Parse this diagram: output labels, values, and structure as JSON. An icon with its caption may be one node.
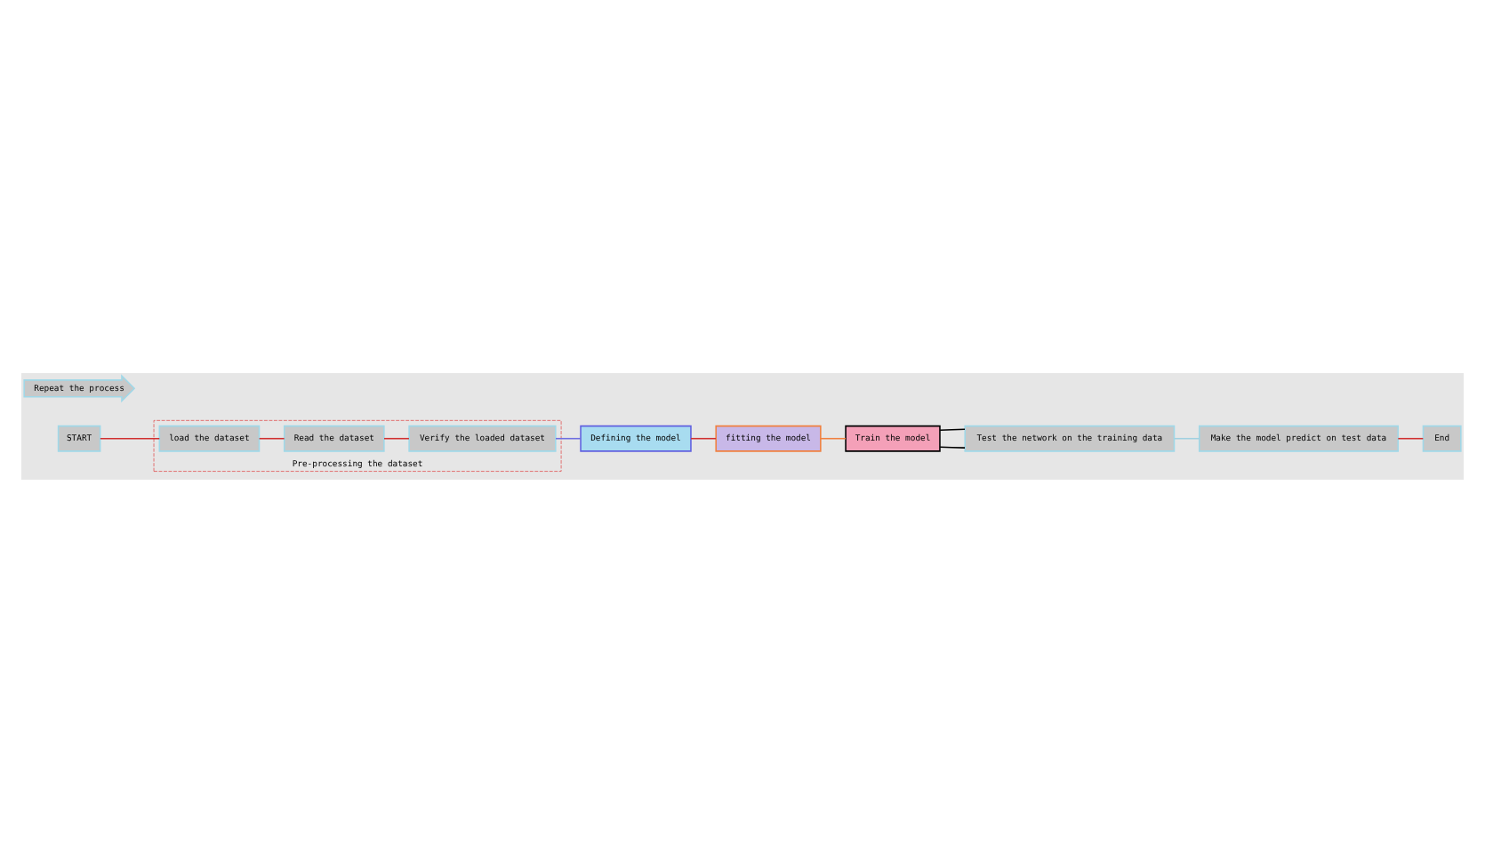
{
  "diagram": {
    "nodes": [
      {
        "text": [
          "START"
        ]
      },
      {
        "text": [
          "Pre-processing the dataset"
        ]
      },
      {
        "text": [
          "load the dataset"
        ],
        "in": 1
      },
      {
        "text": [
          "Read the dataset"
        ],
        "in": 1
      },
      {
        "text": [
          "Verify the loaded dataset"
        ],
        "in": 1
      },
      {
        "text": [
          "Defining the model"
        ]
      },
      {
        "text": [
          "fitting the model"
        ]
      },
      {
        "text": [
          "Train the model"
        ]
      },
      {
        "text": [
          "Repeat the process"
        ]
      },
      {
        "text": [
          "Test the network on the training data"
        ]
      },
      {
        "text": [
          "Make the model predict on test data"
        ]
      },
      {
        "text": [
          "End"
        ]
      }
    ],
    "edges": [
      {
        "from": 0,
        "to": 2,
        "arrow": "none"
      },
      {
        "from": 2,
        "to": 3,
        "arrow": "none"
      },
      {
        "from": 3,
        "to": 4,
        "arrow": "none"
      },
      {
        "from": 4,
        "to": 5,
        "arrow": "none",
        "color": "#6f6fe0"
      },
      {
        "from": 5,
        "to": 6,
        "arrow": "none"
      },
      {
        "from": 6,
        "to": 7,
        "arrow": "none",
        "color": "#f08040"
      },
      {
        "from": 7,
        "to": 9,
        "arrow": "none",
        "color": "#000000"
      },
      {
        "from": 7,
        "to": 9,
        "arrow": "none",
        "color": "#000000"
      },
      {
        "from": 9,
        "to": 10,
        "arrow": "none",
        "color": "#a0d0e0"
      },
      {
        "from": 10,
        "to": 11,
        "arrow": "none"
      }
    ]
  }
}
